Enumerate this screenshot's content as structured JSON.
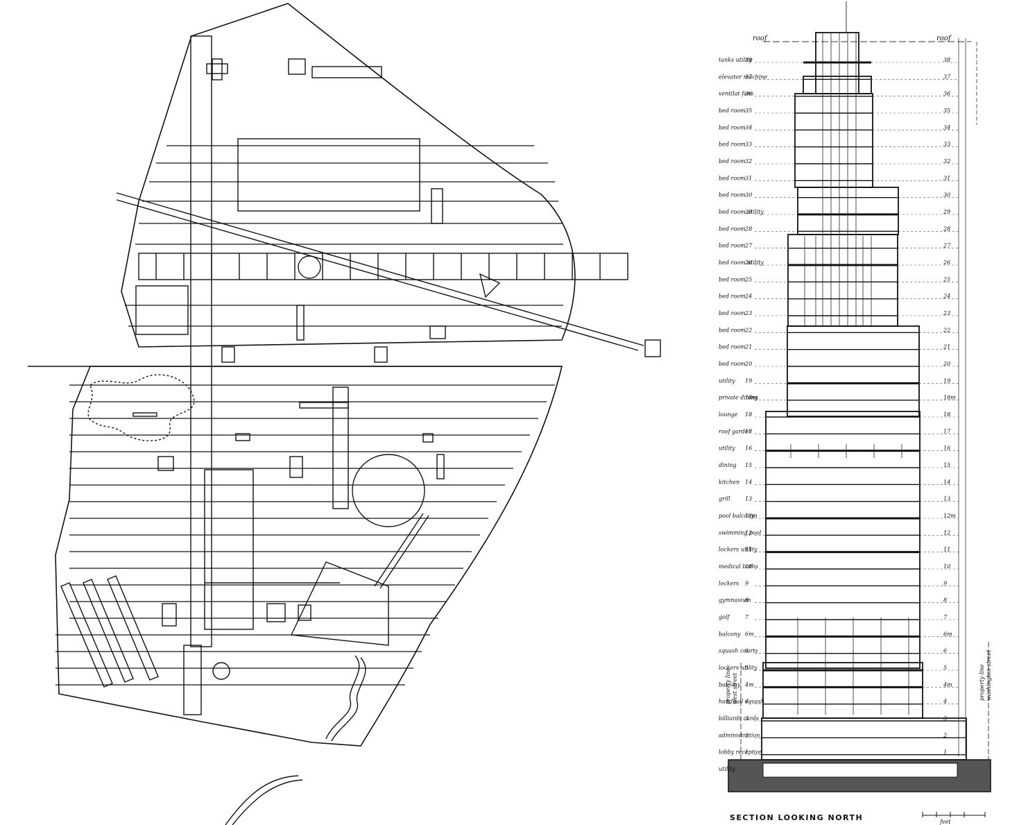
{
  "section": {
    "title": "SECTION LOOKING NORTH",
    "scale_label": "feet",
    "roof_label_left": "roof",
    "roof_label_right": "roof",
    "property_line_left": "property line\nwest street",
    "property_line_right": "property line\nwashington street",
    "floors": [
      {
        "label": "tanks utility",
        "num": "38"
      },
      {
        "label": "elevator machine",
        "num": "37"
      },
      {
        "label": "ventilat fans",
        "num": "36"
      },
      {
        "label": "bed room",
        "num": "35"
      },
      {
        "label": "bed room",
        "num": "34"
      },
      {
        "label": "bed room",
        "num": "33"
      },
      {
        "label": "bed room",
        "num": "32"
      },
      {
        "label": "bed room",
        "num": "31"
      },
      {
        "label": "bed room",
        "num": "30"
      },
      {
        "label": "bed room utility",
        "num": "29"
      },
      {
        "label": "bed room",
        "num": "28"
      },
      {
        "label": "bed room",
        "num": "27"
      },
      {
        "label": "bed room utility",
        "num": "26"
      },
      {
        "label": "bed room",
        "num": "25"
      },
      {
        "label": "bed room",
        "num": "24"
      },
      {
        "label": "bed room",
        "num": "23"
      },
      {
        "label": "bed room",
        "num": "22"
      },
      {
        "label": "bed room",
        "num": "21"
      },
      {
        "label": "bed room",
        "num": "20"
      },
      {
        "label": "utility",
        "num": "19"
      },
      {
        "label": "private dining",
        "num": "18m"
      },
      {
        "label": "lounge",
        "num": "18"
      },
      {
        "label": "roof garden",
        "num": "17"
      },
      {
        "label": "utility",
        "num": "16"
      },
      {
        "label": "dining",
        "num": "15"
      },
      {
        "label": "kitchen",
        "num": "14"
      },
      {
        "label": "grill",
        "num": "13"
      },
      {
        "label": "pool balcony",
        "num": "12m"
      },
      {
        "label": "swimming pool",
        "num": "12"
      },
      {
        "label": "lockers utility",
        "num": "11"
      },
      {
        "label": "medical baths",
        "num": "10"
      },
      {
        "label": "lockers",
        "num": "9"
      },
      {
        "label": "gymnasium",
        "num": "8"
      },
      {
        "label": "golf",
        "num": "7"
      },
      {
        "label": "balcony",
        "num": "6m"
      },
      {
        "label": "squash courts",
        "num": "6"
      },
      {
        "label": "lockers utility",
        "num": "5"
      },
      {
        "label": "balcony",
        "num": "4m"
      },
      {
        "label": "handball squash",
        "num": "4"
      },
      {
        "label": "billiards cards",
        "num": "3"
      },
      {
        "label": "administration",
        "num": "2"
      },
      {
        "label": "lobby reception",
        "num": "1"
      },
      {
        "label": "utility",
        "num": ""
      }
    ]
  }
}
